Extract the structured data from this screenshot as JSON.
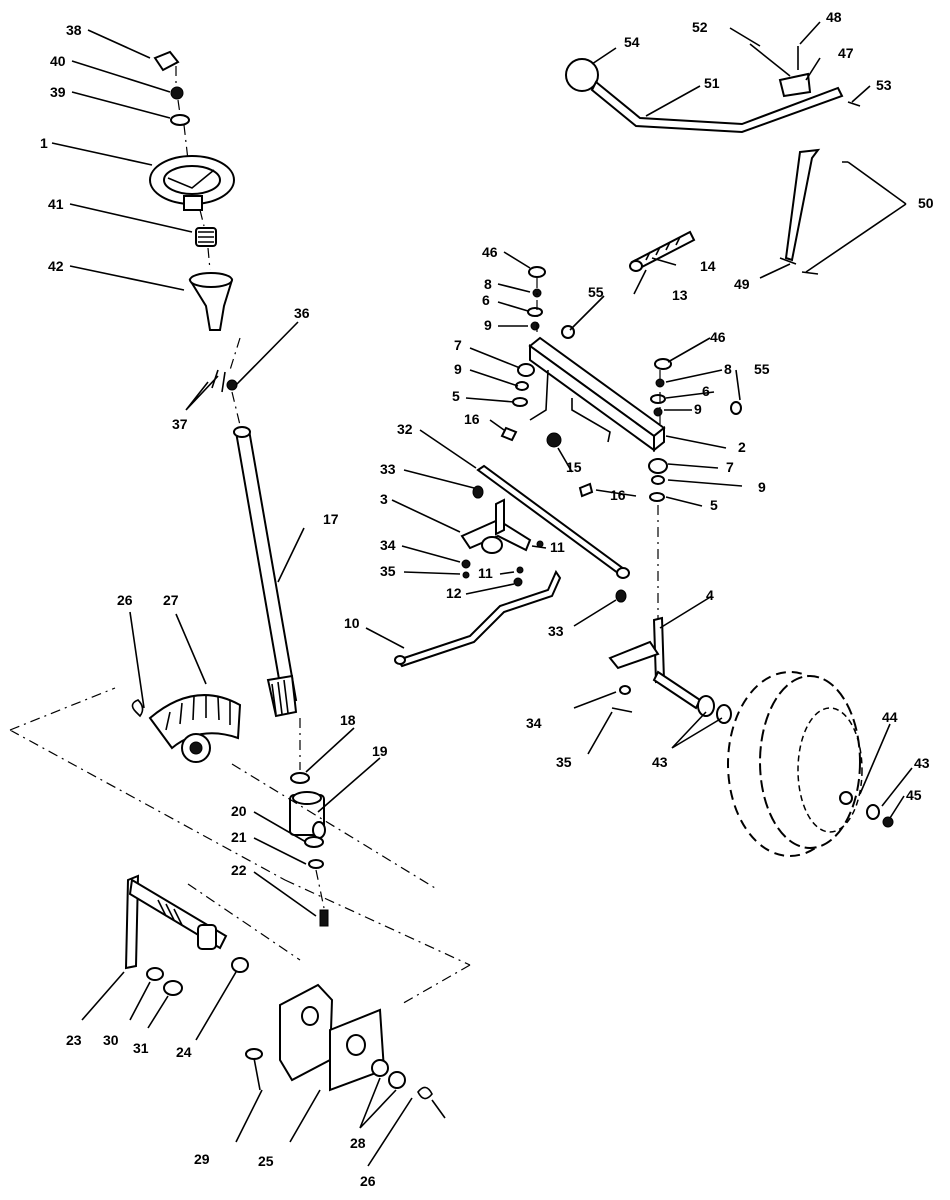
{
  "callouts": [
    {
      "id": "c38",
      "text": "38"
    },
    {
      "id": "c40",
      "text": "40"
    },
    {
      "id": "c39",
      "text": "39"
    },
    {
      "id": "c1",
      "text": "1"
    },
    {
      "id": "c41",
      "text": "41"
    },
    {
      "id": "c42",
      "text": "42"
    },
    {
      "id": "c36",
      "text": "36"
    },
    {
      "id": "c37",
      "text": "37"
    },
    {
      "id": "c17",
      "text": "17"
    },
    {
      "id": "c26a",
      "text": "26"
    },
    {
      "id": "c27",
      "text": "27"
    },
    {
      "id": "c18",
      "text": "18"
    },
    {
      "id": "c19",
      "text": "19"
    },
    {
      "id": "c20",
      "text": "20"
    },
    {
      "id": "c21",
      "text": "21"
    },
    {
      "id": "c22",
      "text": "22"
    },
    {
      "id": "c23",
      "text": "23"
    },
    {
      "id": "c30",
      "text": "30"
    },
    {
      "id": "c31",
      "text": "31"
    },
    {
      "id": "c24",
      "text": "24"
    },
    {
      "id": "c29",
      "text": "29"
    },
    {
      "id": "c25",
      "text": "25"
    },
    {
      "id": "c28",
      "text": "28"
    },
    {
      "id": "c26b",
      "text": "26"
    },
    {
      "id": "c54",
      "text": "54"
    },
    {
      "id": "c52",
      "text": "52"
    },
    {
      "id": "c48",
      "text": "48"
    },
    {
      "id": "c47",
      "text": "47"
    },
    {
      "id": "c51",
      "text": "51"
    },
    {
      "id": "c53",
      "text": "53"
    },
    {
      "id": "c50",
      "text": "50"
    },
    {
      "id": "c49",
      "text": "49"
    },
    {
      "id": "c46a",
      "text": "46"
    },
    {
      "id": "c14",
      "text": "14"
    },
    {
      "id": "c8a",
      "text": "8"
    },
    {
      "id": "c13",
      "text": "13"
    },
    {
      "id": "c6a",
      "text": "6"
    },
    {
      "id": "c55a",
      "text": "55"
    },
    {
      "id": "c9a",
      "text": "9"
    },
    {
      "id": "c7a",
      "text": "7"
    },
    {
      "id": "c9b",
      "text": "9"
    },
    {
      "id": "c5a",
      "text": "5"
    },
    {
      "id": "c16a",
      "text": "16"
    },
    {
      "id": "c46b",
      "text": "46"
    },
    {
      "id": "c8b",
      "text": "8"
    },
    {
      "id": "c55b",
      "text": "55"
    },
    {
      "id": "c6b",
      "text": "6"
    },
    {
      "id": "c9c",
      "text": "9"
    },
    {
      "id": "c2",
      "text": "2"
    },
    {
      "id": "c15",
      "text": "15"
    },
    {
      "id": "c7b",
      "text": "7"
    },
    {
      "id": "c9d",
      "text": "9"
    },
    {
      "id": "c16b",
      "text": "16"
    },
    {
      "id": "c5b",
      "text": "5"
    },
    {
      "id": "c32",
      "text": "32"
    },
    {
      "id": "c33a",
      "text": "33"
    },
    {
      "id": "c3",
      "text": "3"
    },
    {
      "id": "c11a",
      "text": "11"
    },
    {
      "id": "c34a",
      "text": "34"
    },
    {
      "id": "c35a",
      "text": "35"
    },
    {
      "id": "c11b",
      "text": "11"
    },
    {
      "id": "c12",
      "text": "12"
    },
    {
      "id": "c10",
      "text": "10"
    },
    {
      "id": "c33b",
      "text": "33"
    },
    {
      "id": "c4",
      "text": "4"
    },
    {
      "id": "c34b",
      "text": "34"
    },
    {
      "id": "c35b",
      "text": "35"
    },
    {
      "id": "c43a",
      "text": "43"
    },
    {
      "id": "c44",
      "text": "44"
    },
    {
      "id": "c43b",
      "text": "43"
    },
    {
      "id": "c45",
      "text": "45"
    }
  ]
}
